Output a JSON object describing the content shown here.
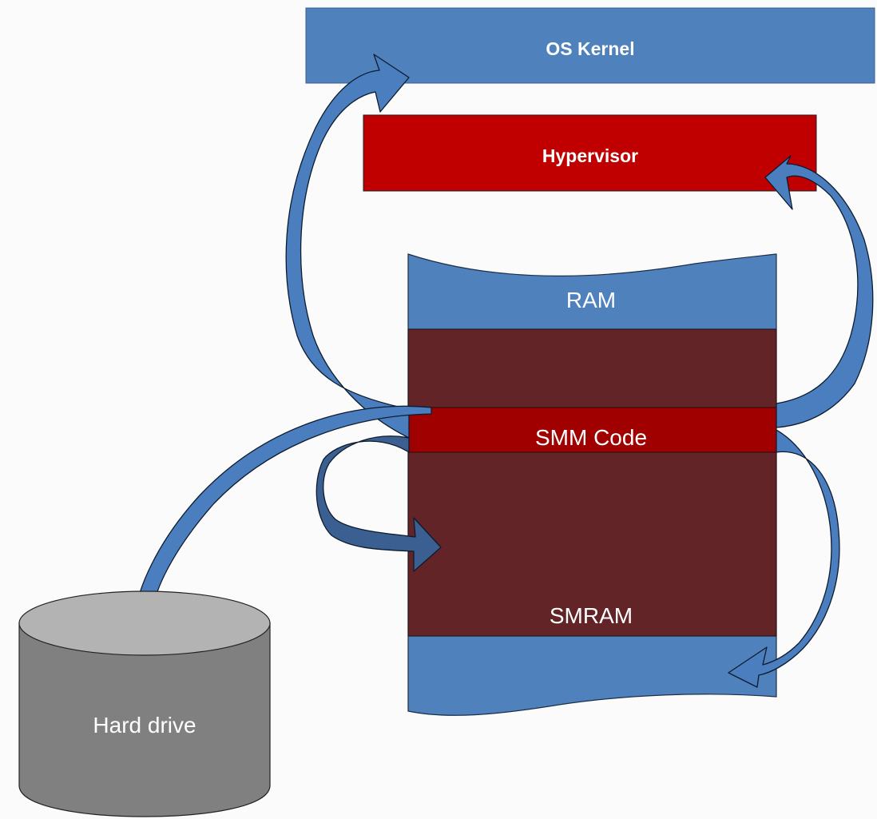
{
  "labels": {
    "os_kernel": "OS Kernel",
    "hypervisor": "Hypervisor",
    "ram": "RAM",
    "smm_code": "SMM Code",
    "smram": "SMRAM",
    "hard_drive": "Hard drive"
  },
  "colors": {
    "os_kernel": "#4f81bd",
    "hypervisor": "#c00000",
    "ram": "#4f81bd",
    "smram": "#622426",
    "smm_code": "#a00000",
    "hard_drive_body": "#808080",
    "hard_drive_top": "#b3b3b3",
    "arrow": "#4a7ebf"
  },
  "arrows": [
    {
      "from": "SMM Code",
      "to": "OS Kernel"
    },
    {
      "from": "SMM Code",
      "to": "Hypervisor"
    },
    {
      "from": "SMM Code",
      "to": "Hard drive"
    },
    {
      "from": "SMM Code",
      "to": "SMRAM"
    },
    {
      "from": "SMM Code",
      "to": "RAM"
    }
  ]
}
